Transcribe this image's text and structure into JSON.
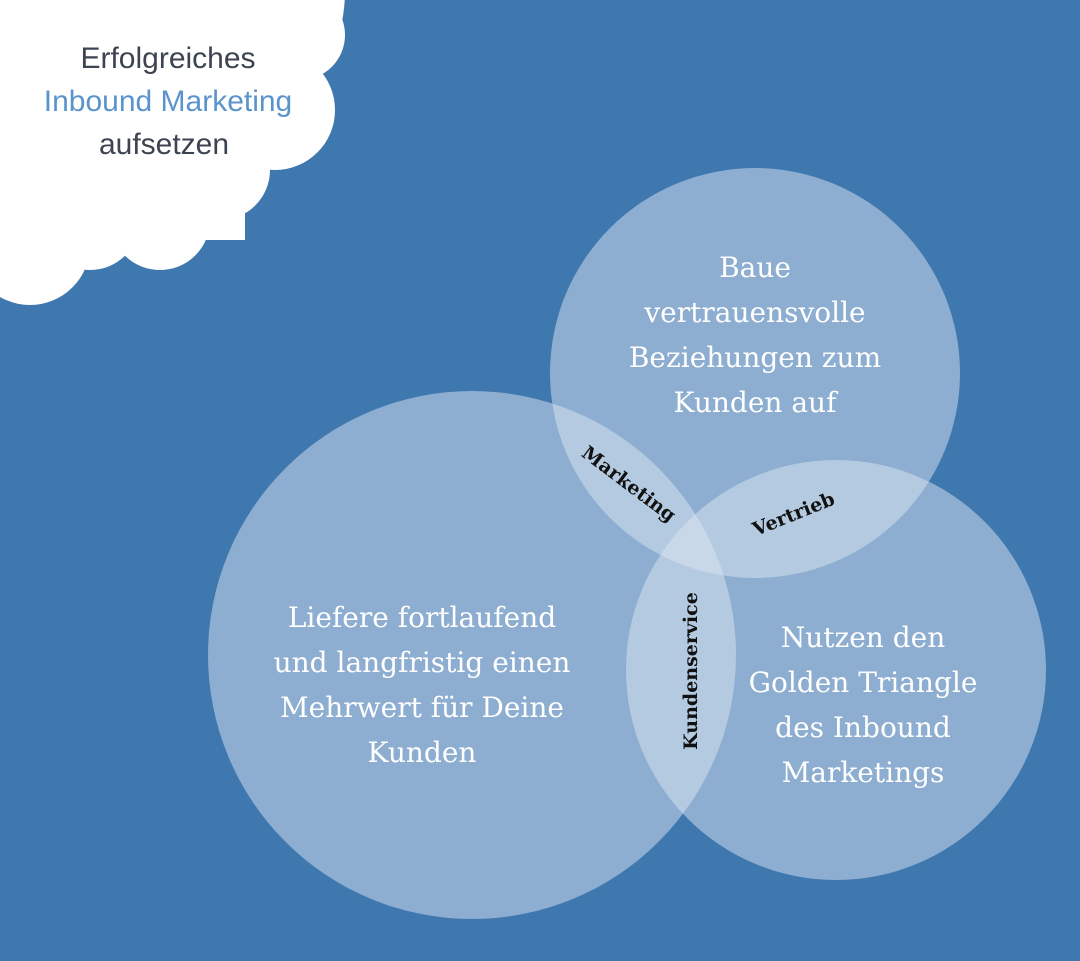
{
  "colors": {
    "background": "#3f77af",
    "cloud": "#ffffff",
    "headline_text": "#3d4451",
    "headline_accent": "#5b93cc",
    "circle_fill": "#dbe6f2",
    "circle_text": "#ffffff",
    "overlap_text": "#111111"
  },
  "headline": {
    "line1": "Erfolgreiches",
    "line2": "Inbound Marketing",
    "line3": "aufsetzen"
  },
  "circles": {
    "top": {
      "lines": [
        "Baue",
        "vertrauensvolle",
        "Beziehungen zum",
        "Kunden auf"
      ]
    },
    "left": {
      "lines": [
        "Liefere fortlaufend",
        "und langfristig einen",
        "Mehrwert für Deine",
        "Kunden"
      ]
    },
    "right": {
      "lines": [
        "Nutzen den",
        "Golden Triangle",
        "des Inbound",
        "Marketings"
      ]
    }
  },
  "overlaps": {
    "top_left": "Marketing",
    "top_right": "Vertrieb",
    "left_right": "Kundenservice"
  }
}
